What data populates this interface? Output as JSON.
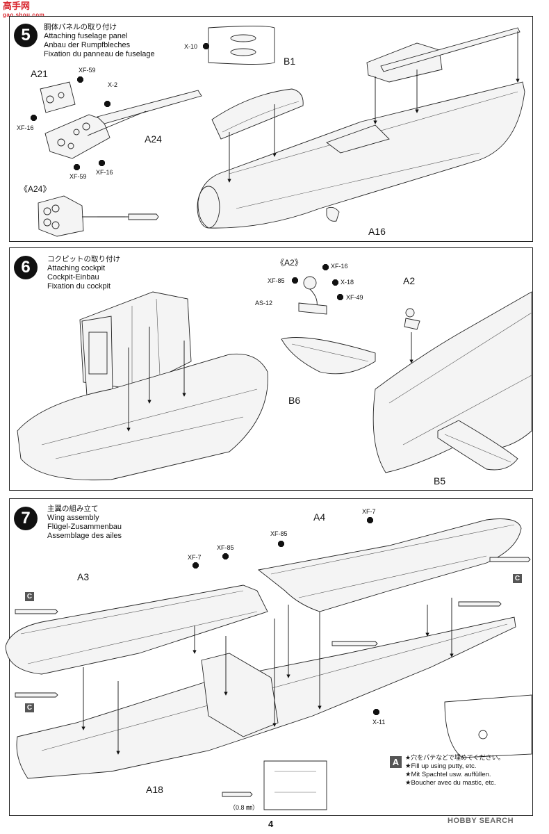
{
  "logo": {
    "main": "高手网",
    "sub": "gao.shou.com"
  },
  "steps": [
    {
      "number": "5",
      "jp": "胴体パネルの取り付け",
      "en": "Attaching fuselage panel",
      "de": "Anbau der Rumpfbleches",
      "fr": "Fixation du panneau de fuselage"
    },
    {
      "number": "6",
      "jp": "コクピットの取り付け",
      "en": "Attaching cockpit",
      "de": "Cockpit-Einbau",
      "fr": "Fixation du cockpit"
    },
    {
      "number": "7",
      "jp": "主翼の組み立て",
      "en": "Wing assembly",
      "de": "Flügel-Zusammenbau",
      "fr": "Assemblage des ailes"
    }
  ],
  "step5": {
    "parts": {
      "a21": "A21",
      "a24": "A24",
      "a24_detail": "《A24》",
      "b1": "B1",
      "a16": "A16"
    },
    "paints": {
      "xf59_top": "XF-59",
      "x2": "X-2",
      "xf16_left": "XF-16",
      "xf59_bottom": "XF-59",
      "xf16_right": "XF-16",
      "x10": "X-10"
    }
  },
  "step6": {
    "parts": {
      "a2_detail": "《A2》",
      "a2": "A2",
      "b6": "B6",
      "b5": "B5"
    },
    "paints": {
      "xf16": "XF-16",
      "xf85": "XF-85",
      "x18": "X-18",
      "as12": "AS-12",
      "xf49": "XF-49"
    }
  },
  "step7": {
    "parts": {
      "a3": "A3",
      "a4": "A4",
      "a18": "A18"
    },
    "paints": {
      "xf7_left": "XF-7",
      "xf85_left": "XF-85",
      "xf85_right": "XF-85",
      "xf7_right": "XF-7",
      "x11": "X-11"
    },
    "marks": {
      "c1": "C",
      "c2": "C",
      "c3": "C"
    },
    "dimension": "（0.8 ㎜）",
    "note": {
      "badge": "A",
      "lines": [
        "★穴をパテなどで埋めてください。",
        "★Fill up using putty, etc.",
        "★Mit Spachtel usw. auffüllen.",
        "★Boucher avec du mastic, etc."
      ]
    }
  },
  "page_number": "4",
  "watermark": "HOBBY SEARCH"
}
